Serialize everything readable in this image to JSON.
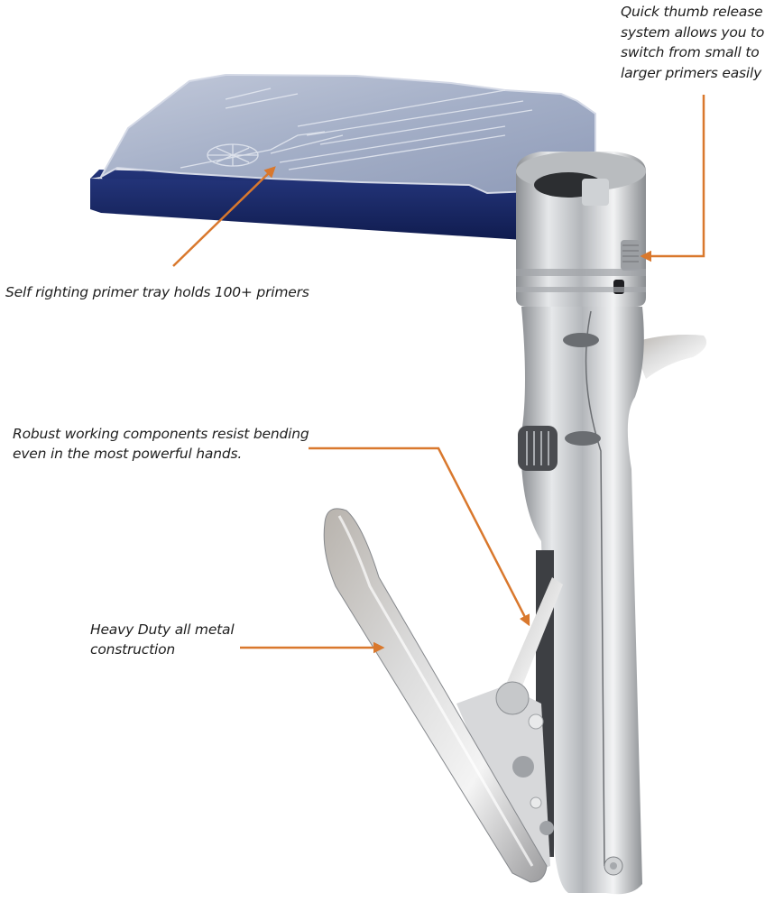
{
  "callouts": {
    "thumb_release": {
      "lines": [
        "Quick thumb release",
        "system allows you to",
        "switch from small to",
        "larger primers easily"
      ]
    },
    "primer_tray": {
      "lines": [
        "Self righting primer tray holds 100+ primers"
      ]
    },
    "robust_components": {
      "lines": [
        "Robust working components resist bending",
        "even in the most powerful hands."
      ]
    },
    "heavy_duty": {
      "lines": [
        "Heavy Duty all metal",
        "construction"
      ]
    }
  },
  "colors": {
    "arrow": "#d9782d",
    "tray_lid": "#a9b4cc",
    "tray_base": "#1b2a66",
    "metal": "#c4c6c8",
    "text": "#1e1e1e"
  }
}
